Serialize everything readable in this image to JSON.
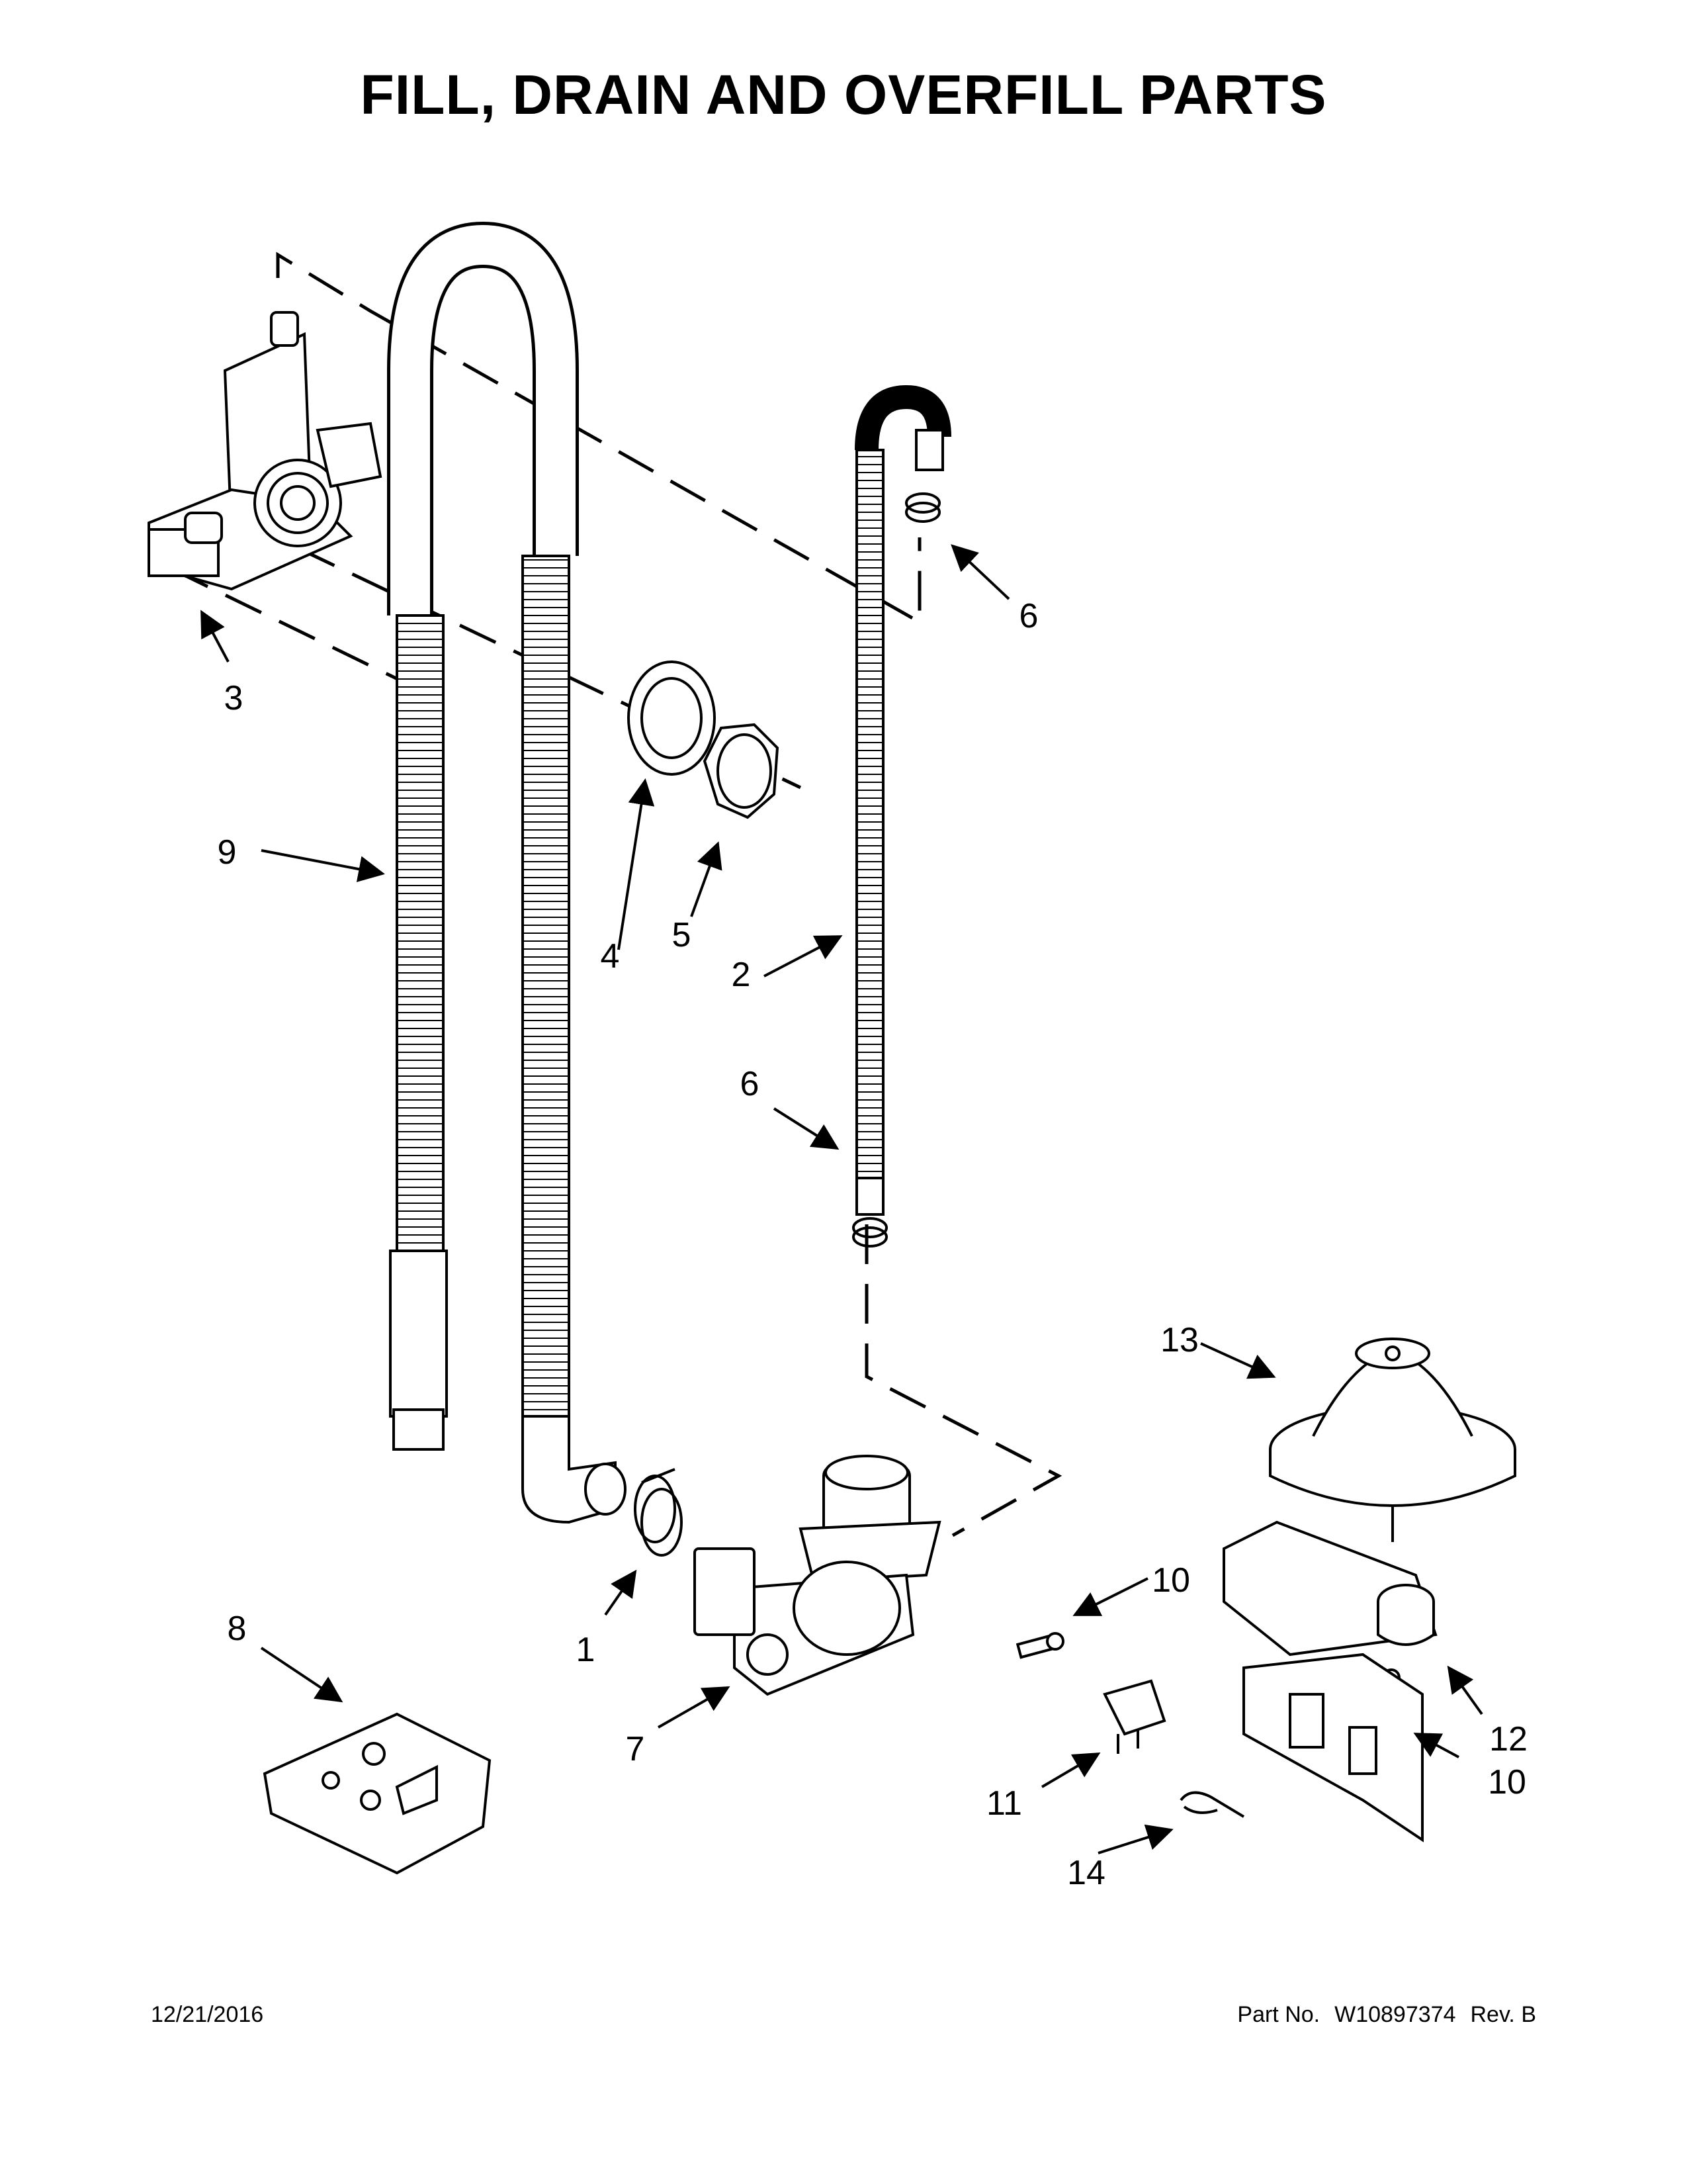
{
  "page": {
    "title": "FILL, DRAIN AND OVERFILL PARTS"
  },
  "callouts": [
    "1",
    "2",
    "3",
    "4",
    "5",
    "6",
    "6",
    "7",
    "8",
    "9",
    "10",
    "10",
    "11",
    "12",
    "13",
    "14"
  ],
  "footer": {
    "date": "12/21/2016",
    "part_label": "Part No.",
    "part_number": "W10897374",
    "rev": "Rev.  B"
  }
}
